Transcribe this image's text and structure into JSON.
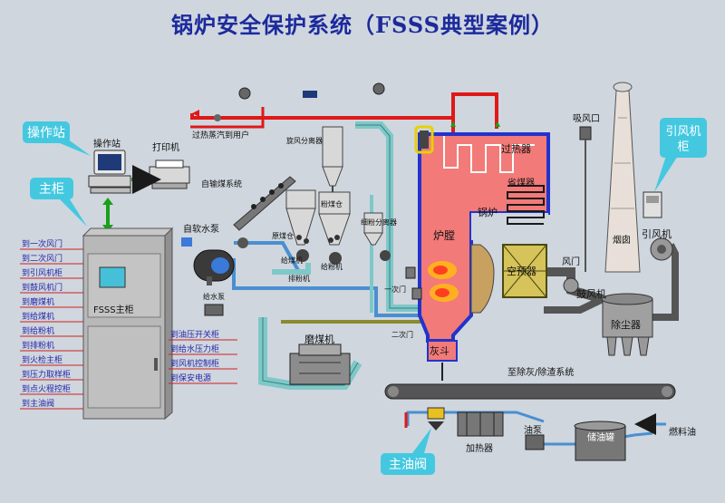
{
  "title": "锅炉安全保护系统（FSSS典型案例）",
  "callouts": {
    "operator_station": "操作站",
    "main_cabinet": "主柜",
    "main_oil_valve": "主油阀",
    "id_fan_cabinet": "引风机柜"
  },
  "labels": {
    "operator_station": "操作站",
    "printer": "打印机",
    "superheated_steam": "过热蒸汽到用户",
    "auto_coal_feed": "自输煤系统",
    "cyclone": "旋风分离器",
    "coal_bunker": "原煤仓",
    "pulverized_bunker": "粉煤仓",
    "fine_separator": "细粉分离器",
    "coal_feeder": "给煤机",
    "powder_feeder": "给粉机",
    "exhaust_fan": "排粉机",
    "feedwater_pump": "给水泵",
    "auto_water_pump": "自软水泵",
    "mill": "磨煤机",
    "furnace": "炉膛",
    "boiler": "锅炉",
    "superheater": "过热器",
    "economizer": "省煤器",
    "air_preheater": "空预器",
    "ash_hopper": "灰斗",
    "air_door": "风门",
    "blower": "鼓风机",
    "dust_collector": "除尘器",
    "chimney": "烟囱",
    "induced_fan": "引风机",
    "suction_door": "吸风口",
    "ash_removal": "至除灰/除渣系统",
    "secondary_air": "二次门",
    "primary_air": "一次门",
    "oil_pump": "油泵",
    "heater": "加热器",
    "oil_tank": "储油罐",
    "fuel_oil": "燃料油",
    "fsss_cabinet": "FSSS主柜"
  },
  "cabinet_links": [
    "到一次风门",
    "到二次风门",
    "到引风机柜",
    "到鼓风机门",
    "到磨煤机",
    "到给煤机",
    "到给粉机",
    "到排粉机",
    "到火检主柜",
    "到压力取样柜",
    "到点火程控柜",
    "到主油阀"
  ],
  "control_links": [
    "到油压开关柜",
    "到给水压力柜",
    "到风机控制柜",
    "到保安电源"
  ]
}
